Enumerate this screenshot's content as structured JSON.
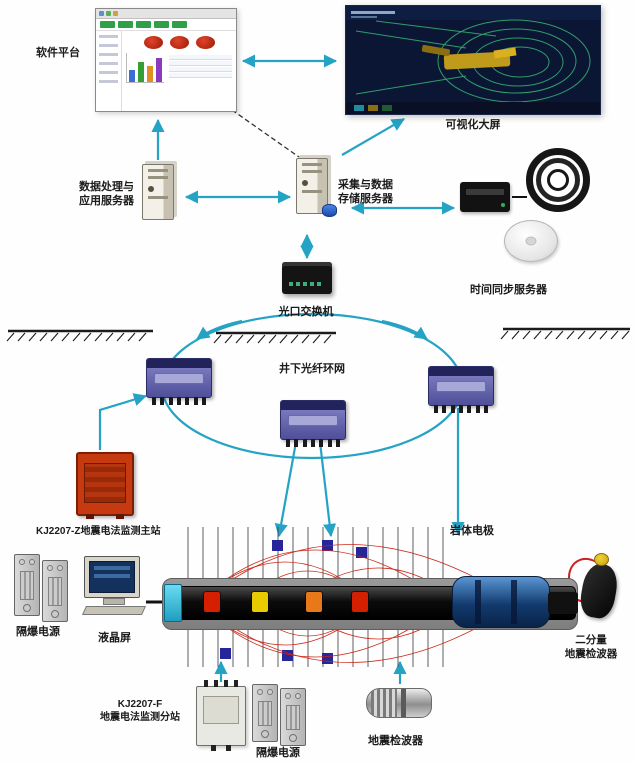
{
  "colors": {
    "arrow": "#25A3C5",
    "field_lines": "#CC2012",
    "ring_network": "#25A3C5",
    "master_station_body": "#C63A12",
    "substation_body": "#6A6AB4",
    "anchor_square": "#26269A"
  },
  "nodes": {
    "software_platform": {
      "label": "软件平台"
    },
    "big_screen": {
      "label": "可视化大屏"
    },
    "app_server": {
      "label": "数据处理与\n应用服务器"
    },
    "storage_server": {
      "label": "采集与数据\n存储服务器"
    },
    "time_sync_server": {
      "label": "时间同步服务器"
    },
    "optical_switch": {
      "label": "光口交换机"
    },
    "fiber_ring": {
      "label": "井下光纤环网"
    },
    "master_station": {
      "label": "KJ2207-Z地震电法监测主站"
    },
    "flameproof_power_left": {
      "label": "隔爆电源"
    },
    "lcd_screen": {
      "label": "液晶屏"
    },
    "rock_electrode": {
      "label": "岩体电极"
    },
    "two_component_geophone": {
      "label": "二分量\n地震检波器"
    },
    "substation_f": {
      "label": "KJ2207-F\n地震电法监测分站"
    },
    "flameproof_power_bottom": {
      "label": "隔爆电源"
    },
    "geophone": {
      "label": "地震检波器"
    }
  }
}
